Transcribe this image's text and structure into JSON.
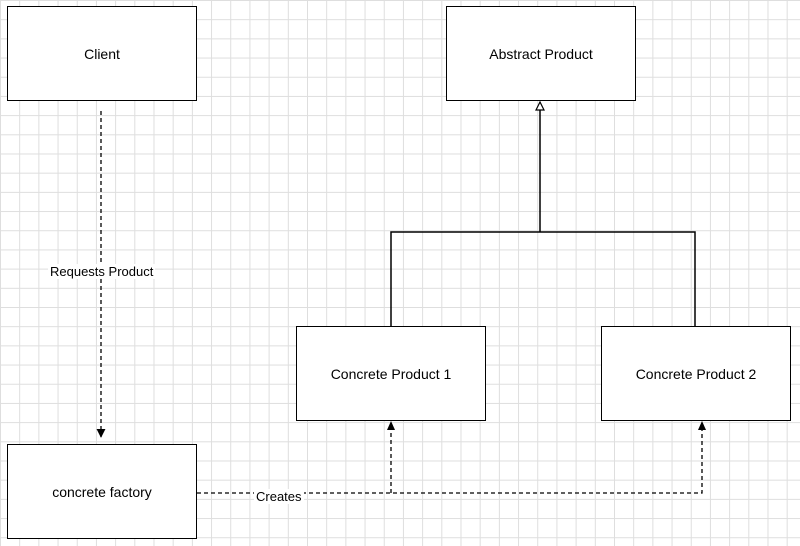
{
  "diagram": {
    "nodes": {
      "client": "Client",
      "abstract_product": "Abstract Product",
      "concrete_product_1": "Concrete Product 1",
      "concrete_product_2": "Concrete Product 2",
      "concrete_factory": "concrete factory"
    },
    "edges": {
      "requests": "Requests Product",
      "creates": "Creates"
    }
  }
}
